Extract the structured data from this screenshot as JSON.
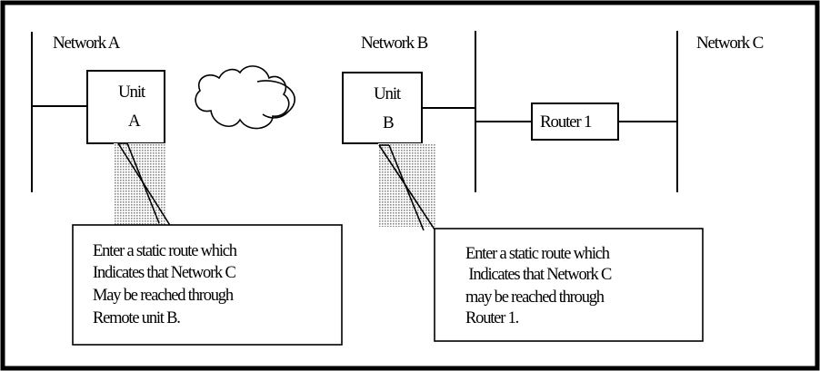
{
  "networks": [
    {
      "id": "a",
      "label": "Network A"
    },
    {
      "id": "b",
      "label": "Network B"
    },
    {
      "id": "c",
      "label": "Network C"
    }
  ],
  "units": [
    {
      "id": "a",
      "line1": "Unit",
      "line2": "A"
    },
    {
      "id": "b",
      "line1": "Unit",
      "line2": "B"
    }
  ],
  "router": {
    "label": "Router 1"
  },
  "notes": [
    {
      "id": "a",
      "lines": [
        "Enter a static route which",
        "Indicates that Network C",
        "May be reached through",
        "Remote unit B."
      ]
    },
    {
      "id": "b",
      "lines": [
        "Enter a static route which",
        " Indicates that Network C",
        "may be reached through",
        "Router 1."
      ]
    }
  ],
  "colors": {
    "stroke": "#000000",
    "background": "#ffffff",
    "shading": "#9a9a9a"
  },
  "icons": [
    "cloud-icon"
  ]
}
